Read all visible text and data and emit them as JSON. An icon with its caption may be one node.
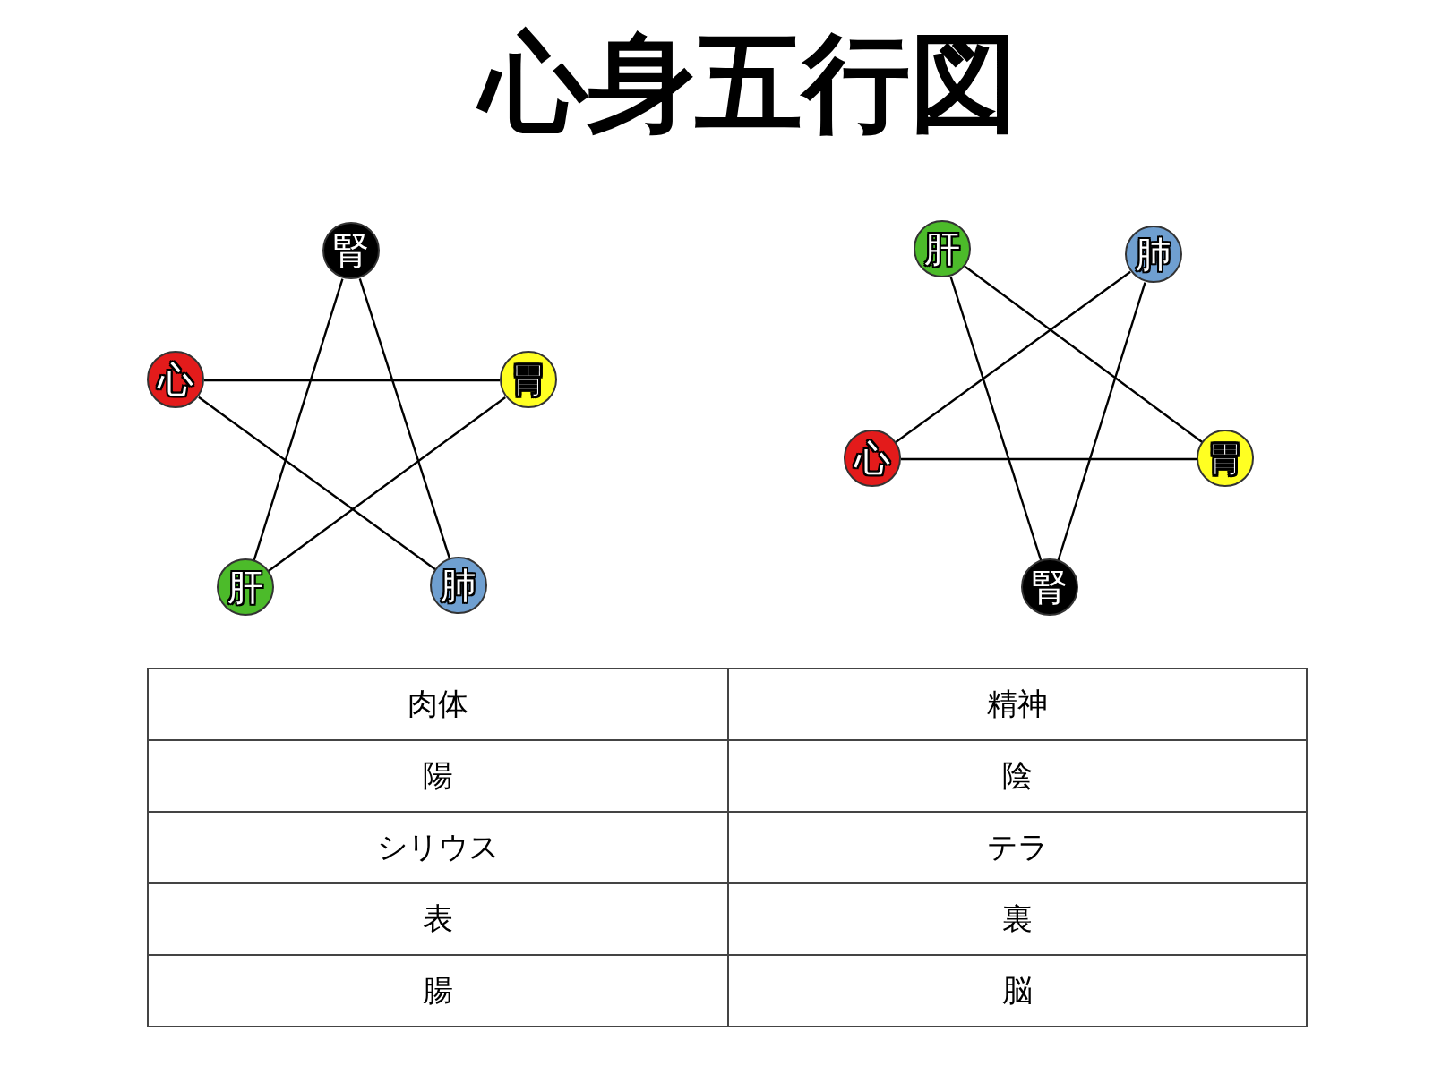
{
  "diagram": {
    "title": "心身五行図",
    "nodes": [
      {
        "text": [
          "腎"
        ]
      },
      {
        "text": [
          "心"
        ]
      },
      {
        "text": [
          "胃"
        ]
      },
      {
        "text": [
          "肝"
        ]
      },
      {
        "text": [
          "肺"
        ]
      },
      {
        "text": [
          "肝"
        ]
      },
      {
        "text": [
          "肺"
        ]
      },
      {
        "text": [
          "心"
        ]
      },
      {
        "text": [
          "胃"
        ]
      },
      {
        "text": [
          "腎"
        ]
      }
    ],
    "edges": [
      {
        "from": 0,
        "to": 3,
        "arrow": "none"
      },
      {
        "from": 0,
        "to": 4,
        "arrow": "none"
      },
      {
        "from": 1,
        "to": 2,
        "arrow": "none"
      },
      {
        "from": 1,
        "to": 4,
        "arrow": "none"
      },
      {
        "from": 2,
        "to": 3,
        "arrow": "none"
      },
      {
        "from": 5,
        "to": 9,
        "arrow": "none"
      },
      {
        "from": 5,
        "to": 8,
        "arrow": "none"
      },
      {
        "from": 6,
        "to": 7,
        "arrow": "none"
      },
      {
        "from": 6,
        "to": 9,
        "arrow": "none"
      },
      {
        "from": 7,
        "to": 8,
        "arrow": "none"
      }
    ],
    "labels": [
      "肉体",
      "精神",
      "陽",
      "陰",
      "シリウス",
      "テラ",
      "表",
      "裏",
      "腸",
      "脳"
    ]
  }
}
